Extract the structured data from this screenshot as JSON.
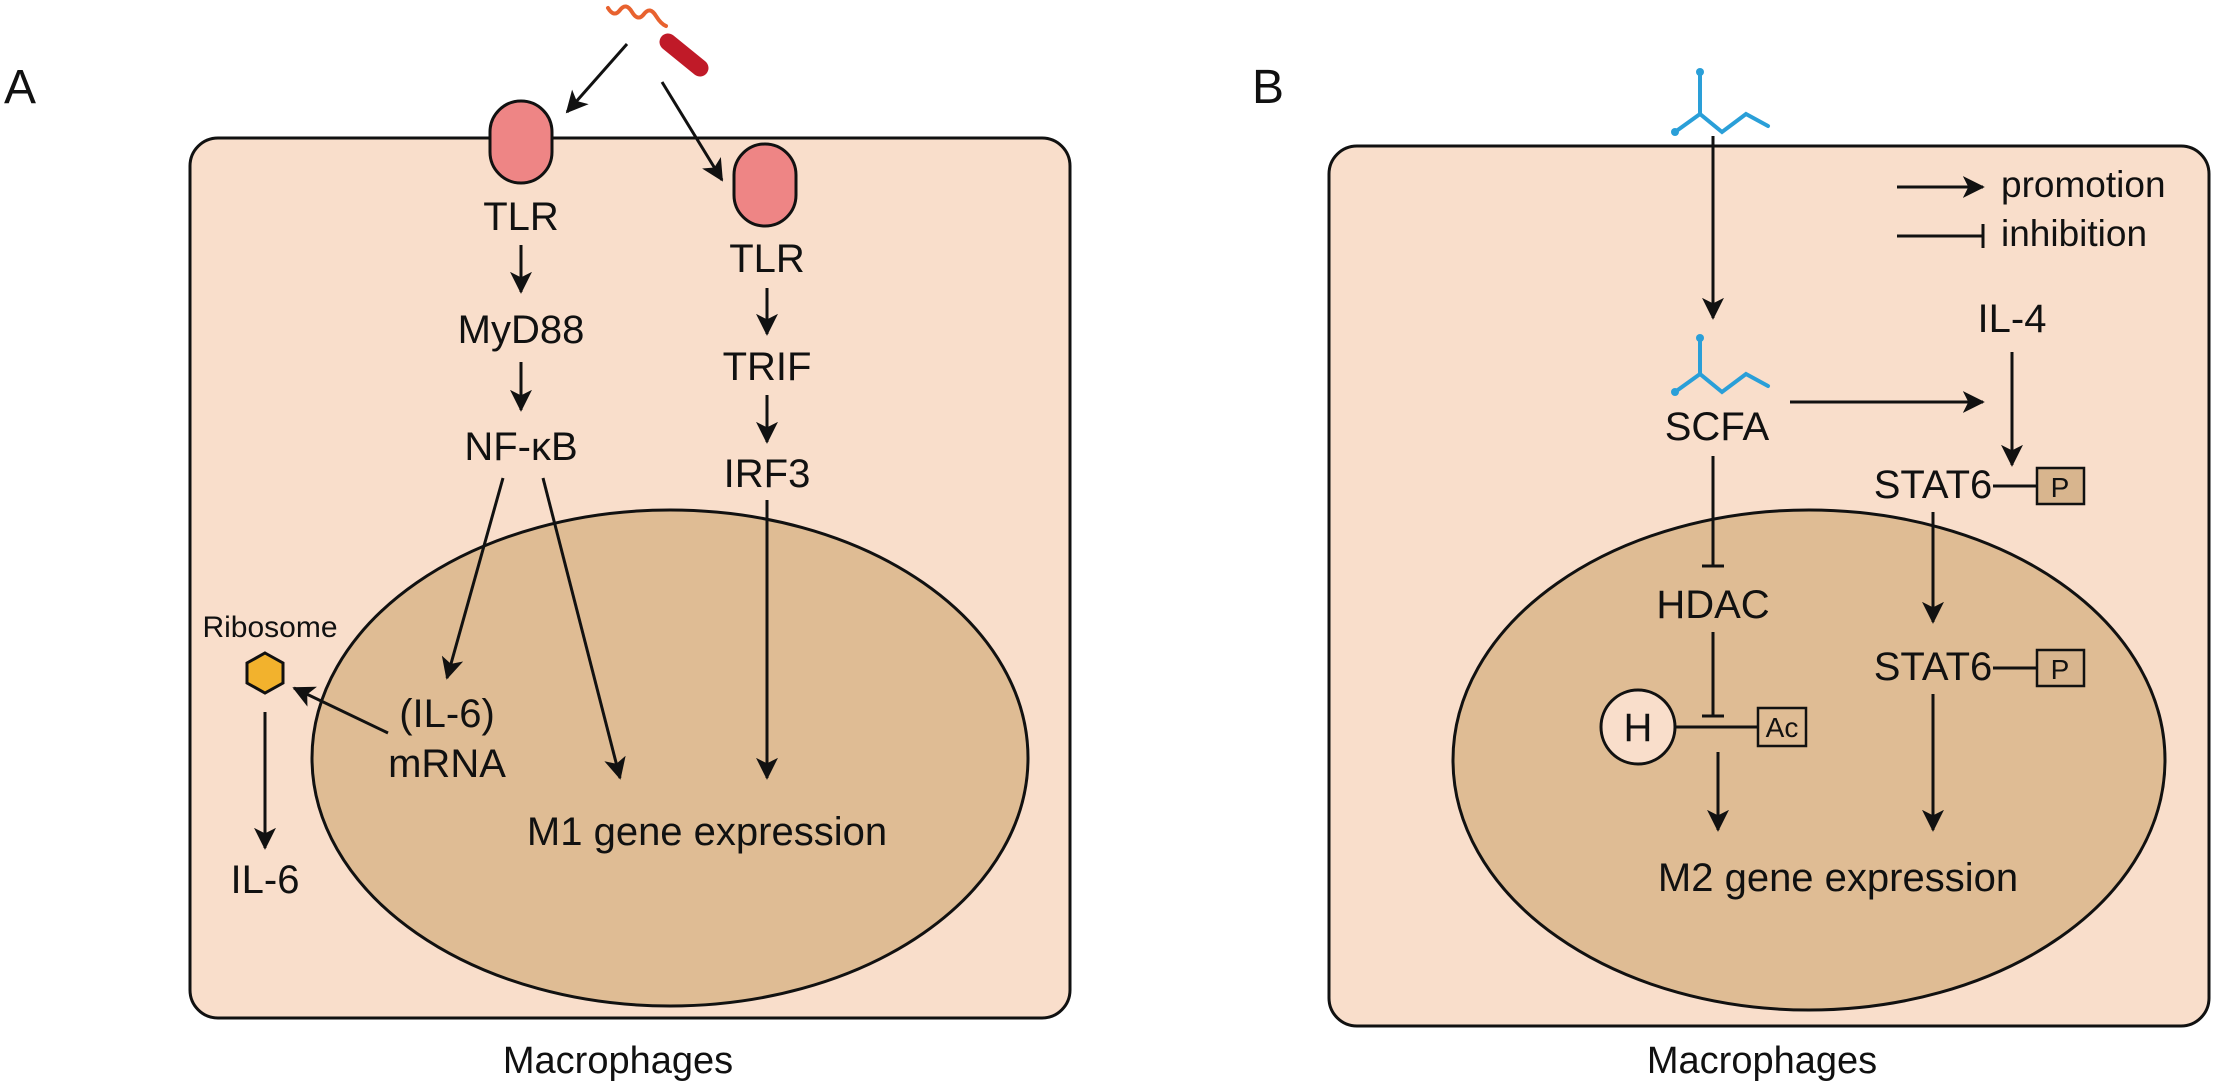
{
  "colors": {
    "cell_fill": "#f9decb",
    "nucleus_fill": "#dfbc94",
    "receptor_fill": "#ee8585",
    "bacterium_body": "#c01a28",
    "flagellum": "#e8622f",
    "ribosome": "#f2b22d",
    "scfa": "#2a9fd8",
    "phospho_box": "#d8b58e",
    "histone_fill": "#f9decb",
    "stroke": "#111111"
  },
  "icons": {
    "bacterium": "bacterium-icon",
    "receptor": "tlr-receptor-icon",
    "ribosome": "hexagon-ribosome-icon",
    "scfa": "scfa-molecule-icon"
  },
  "panel_a": {
    "letter": "A",
    "tlr_left": "TLR",
    "tlr_right": "TLR",
    "myd88": "MyD88",
    "nfkb": "NF-κB",
    "trif": "TRIF",
    "irf3": "IRF3",
    "ribosome": "Ribosome",
    "mrna_line1": "(IL-6)",
    "mrna_line2": "mRNA",
    "il6": "IL-6",
    "gene_expr": "M1 gene expression",
    "caption": "Macrophages"
  },
  "panel_b": {
    "letter": "B",
    "legend_promotion": "promotion",
    "legend_inhibition": "inhibition",
    "scfa": "SCFA",
    "il4": "IL-4",
    "stat6_top": "STAT6",
    "stat6_bottom": "STAT6",
    "p_top": "P",
    "p_bottom": "P",
    "hdac": "HDAC",
    "histone": "H",
    "acetyl": "Ac",
    "gene_expr": "M2 gene expression",
    "caption": "Macrophages"
  }
}
